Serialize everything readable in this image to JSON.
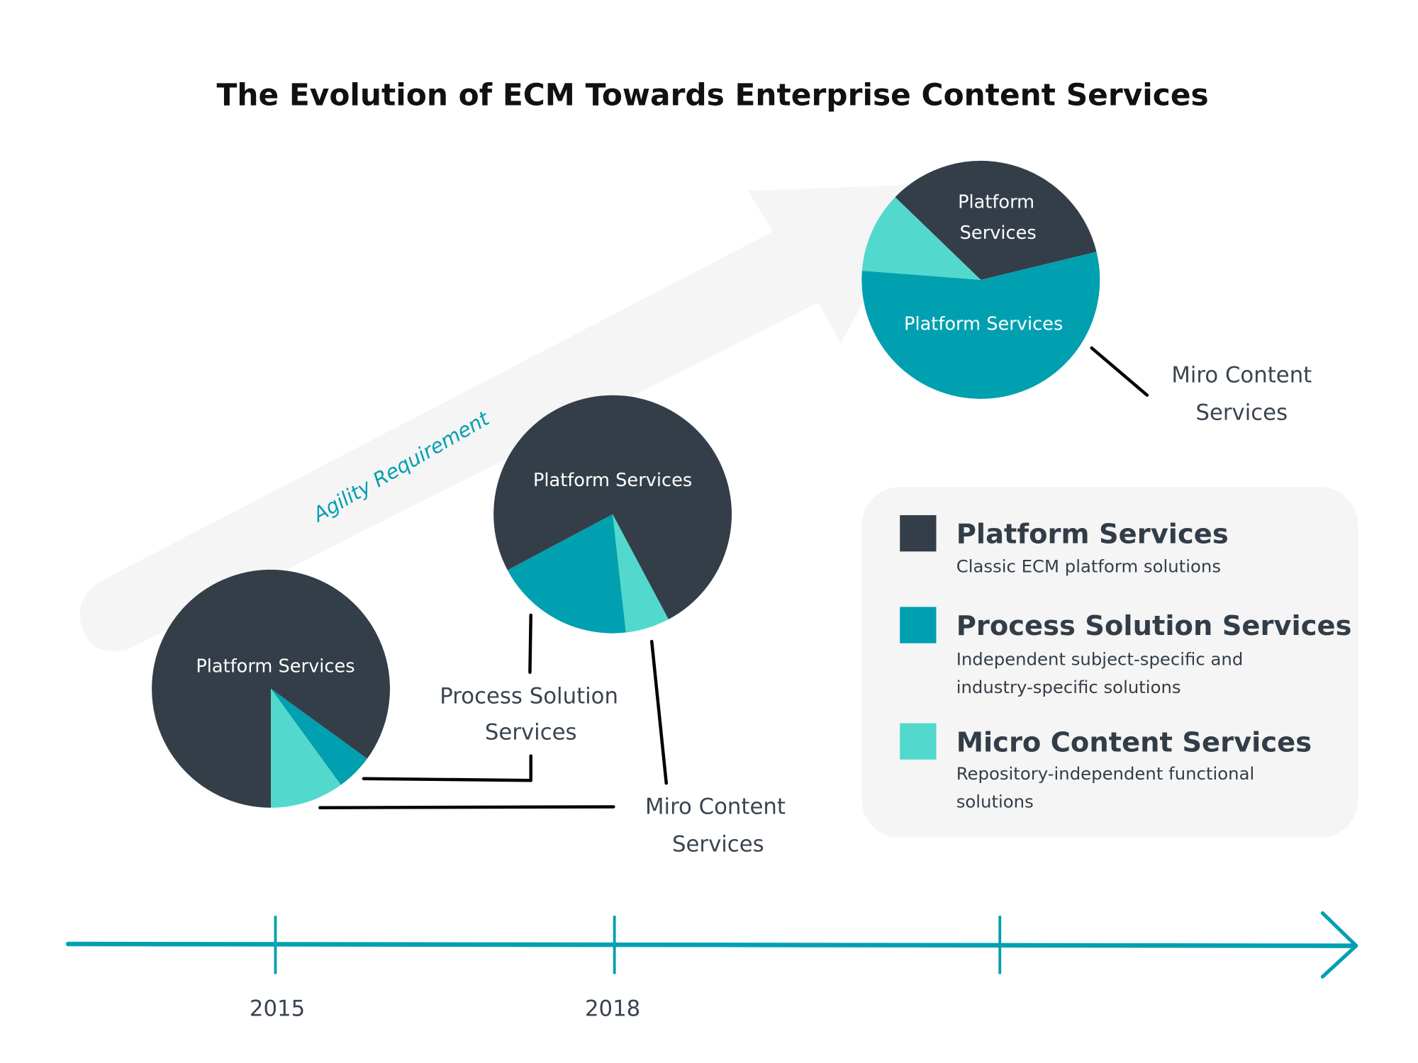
{
  "title": "The Evolution of ECM Towards Enterprise Content Services",
  "colors": {
    "platform": "#343e49",
    "process": "#00a0b0",
    "micro": "#52d8cc",
    "arrow_bg": "#f5f5f5",
    "accent": "#00a0b0",
    "legend_bg": "#f5f5f5"
  },
  "agility_label": "Agility Requirement",
  "chart_data": [
    {
      "type": "pie",
      "title": "2015",
      "labels": [
        "Platform Services",
        "Process Solution Services",
        "Micro Content Services"
      ],
      "values": [
        85,
        5,
        10
      ],
      "slice_labels": [
        "Platform Services"
      ]
    },
    {
      "type": "pie",
      "title": "2018",
      "labels": [
        "Platform Services",
        "Process Solution Services",
        "Micro Content Services"
      ],
      "values": [
        75,
        19,
        6
      ],
      "slice_labels": [
        "Platform Services"
      ]
    },
    {
      "type": "pie",
      "title": "Future",
      "labels": [
        "Platform Services",
        "Process Solution Services",
        "Micro Content Services"
      ],
      "values": [
        34,
        55,
        11
      ],
      "slice_labels": [
        "Platform\nServices",
        "Platform Services"
      ]
    }
  ],
  "pies": [
    {
      "label_dark": "Platform Services"
    },
    {
      "label_dark": "Platform Services"
    },
    {
      "label_dark_line1": "Platform",
      "label_dark_line2": "Services",
      "label_teal": "Platform Services"
    }
  ],
  "callouts": {
    "process_line1": "Process Solution",
    "process_line2": "Services",
    "micro_mid_line1": "Miro Content",
    "micro_mid_line2": "Services",
    "micro_right_line1": "Miro Content",
    "micro_right_line2": "Services"
  },
  "timeline": {
    "ticks": [
      "2015",
      "2018",
      ""
    ]
  },
  "legend": [
    {
      "title": "Platform Services",
      "desc": [
        "Classic ECM platform solutions"
      ]
    },
    {
      "title": "Process Solution Services",
      "desc": [
        "Independent subject-specific and",
        "industry-specific solutions"
      ]
    },
    {
      "title": "Micro Content Services",
      "desc": [
        "Repository-independent functional",
        "solutions"
      ]
    }
  ]
}
